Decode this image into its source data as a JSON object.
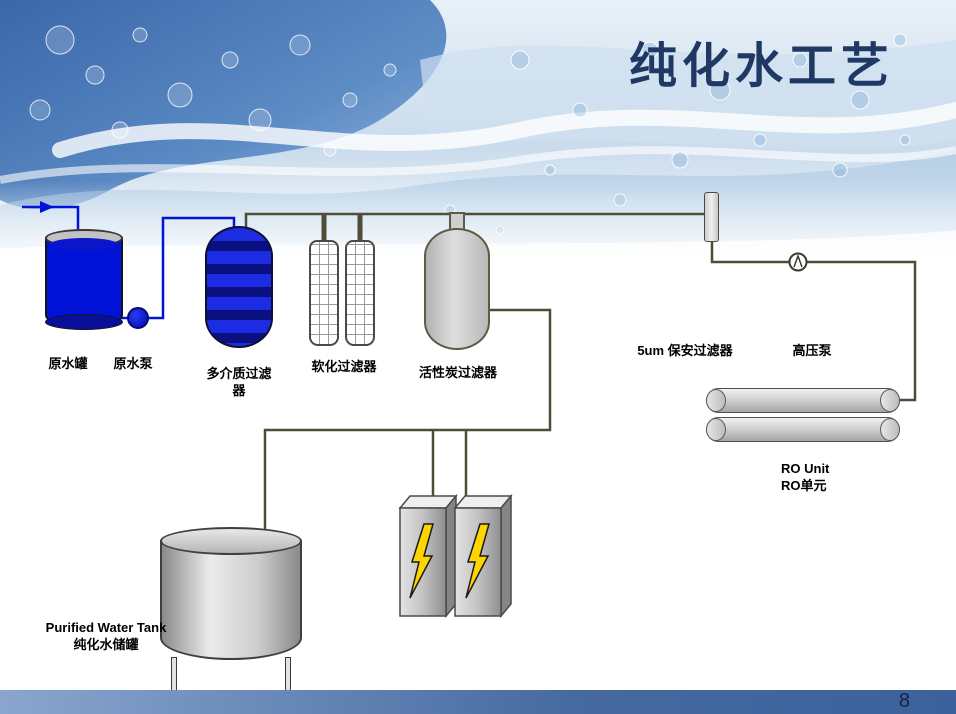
{
  "slide": {
    "title": "纯化水工艺",
    "page_number": "8"
  },
  "colors": {
    "title_navy": "#1f3864",
    "pipe_dark": "#4e4d39",
    "raw_water_blue": "#0013d6",
    "footer_blue": "#46699f",
    "lightning_yellow": "#ffd500"
  },
  "labels": {
    "raw_water_tank": "原水罐",
    "raw_water_pump": "原水泵",
    "multimedia_filter": "多介质过滤器",
    "softening_filter": "软化过滤器",
    "carbon_filter": "活性炭过滤器",
    "security_filter": "5um 保安过滤器",
    "high_pressure_pump": "高压泵",
    "ro_unit_en": "RO Unit",
    "ro_unit_cn": "RO单元",
    "purified_tank_en": "Purified Water Tank",
    "purified_tank_cn": "纯化水储罐"
  }
}
